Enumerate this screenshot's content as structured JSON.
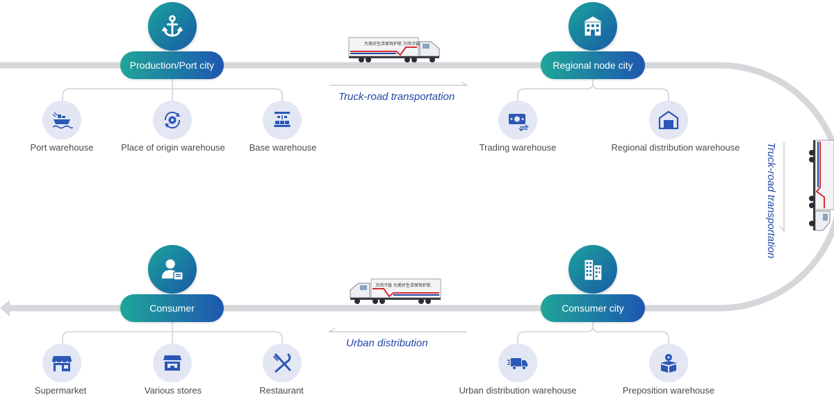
{
  "hubs": {
    "production": {
      "label": "Production/Port city",
      "icon": "anchor-icon"
    },
    "regional": {
      "label": "Regional node city",
      "icon": "building-icon"
    },
    "consumer_city": {
      "label": "Consumer city",
      "icon": "skyscraper-icon"
    },
    "consumer": {
      "label": "Consumer",
      "icon": "person-card-icon"
    }
  },
  "nodes": {
    "port_warehouse": {
      "label": "Port warehouse",
      "icon": "ship-icon"
    },
    "origin_warehouse": {
      "label": "Place of origin warehouse",
      "icon": "gear-cycle-icon"
    },
    "base_warehouse": {
      "label": "Base warehouse",
      "icon": "conveyor-icon"
    },
    "trading_warehouse": {
      "label": "Trading warehouse",
      "icon": "money-icon"
    },
    "regional_distribution_warehouse": {
      "label": "Regional distribution warehouse",
      "icon": "warehouse-icon"
    },
    "urban_distribution_warehouse": {
      "label": "Urban distribution warehouse",
      "icon": "truck-icon"
    },
    "preposition_warehouse": {
      "label": "Preposition warehouse",
      "icon": "box-person-icon"
    },
    "supermarket": {
      "label": "Supermarket",
      "icon": "shop-icon"
    },
    "various_stores": {
      "label": "Various stores",
      "icon": "store-icon"
    },
    "restaurant": {
      "label": "Restaurant",
      "icon": "utensils-icon"
    }
  },
  "routes": {
    "top": "Truck-road transportation",
    "right": "Truck-road transportation",
    "bottom": "Urban distribution"
  },
  "truck_text": {
    "slogan": "为美好生活保驾护航",
    "brand": "万纬冷链"
  },
  "colors": {
    "hub_gradient_start": "#1aa39a",
    "hub_gradient_end": "#1e57b0",
    "road": "#d6d7da",
    "sub_circle": "#e3e7f4",
    "icon_blue": "#2c57b5",
    "route_text": "#2447a8"
  }
}
